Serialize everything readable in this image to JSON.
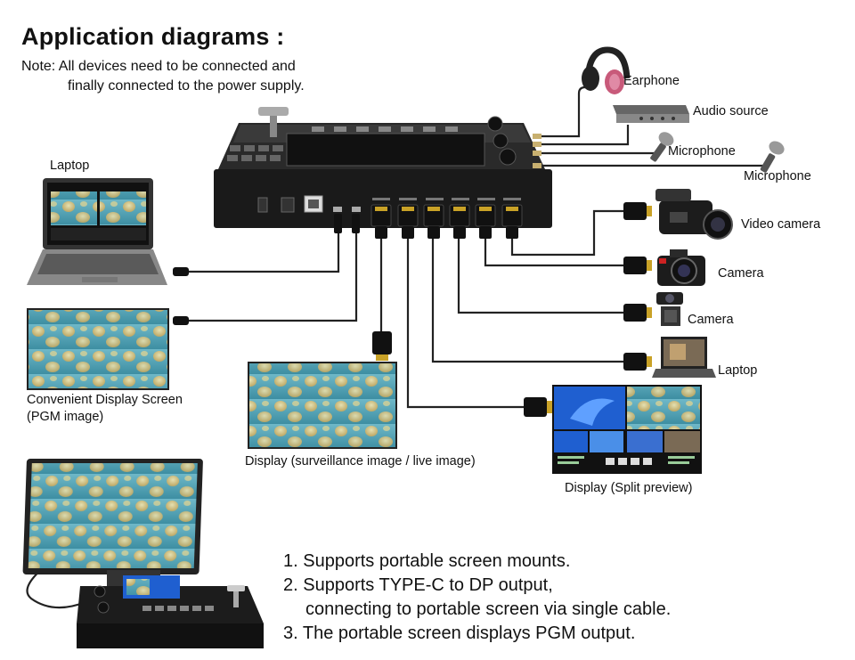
{
  "title": "Application diagrams :",
  "note": {
    "line1": "Note: All devices need to be connected and",
    "line2": "finally connected to the power supply."
  },
  "devices": {
    "earphone": "Earphone",
    "audio_source": "Audio source",
    "microphone_1": "Microphone",
    "microphone_2": "Microphone",
    "video_camera": "Video camera",
    "camera_1": "Camera",
    "camera_2": "Camera",
    "laptop_right": "Laptop",
    "laptop_left": "Laptop",
    "display_split": "Display (Split preview)",
    "display_live": "Display (surveillance image / live image)",
    "convenient_line1": "Convenient Display Screen",
    "convenient_line2": "(PGM image)"
  },
  "features": [
    "1. Supports portable screen mounts.",
    "2. Supports TYPE-C to DP output,",
    "connecting to portable screen via single cable.",
    "3. The portable screen displays PGM output."
  ],
  "colors": {
    "device_body": "#1a1a1a",
    "cable": "#222222",
    "hdmi_gold": "#c9a227",
    "water": "#4f9fb4",
    "windows_blue": "#1f5fd0"
  }
}
